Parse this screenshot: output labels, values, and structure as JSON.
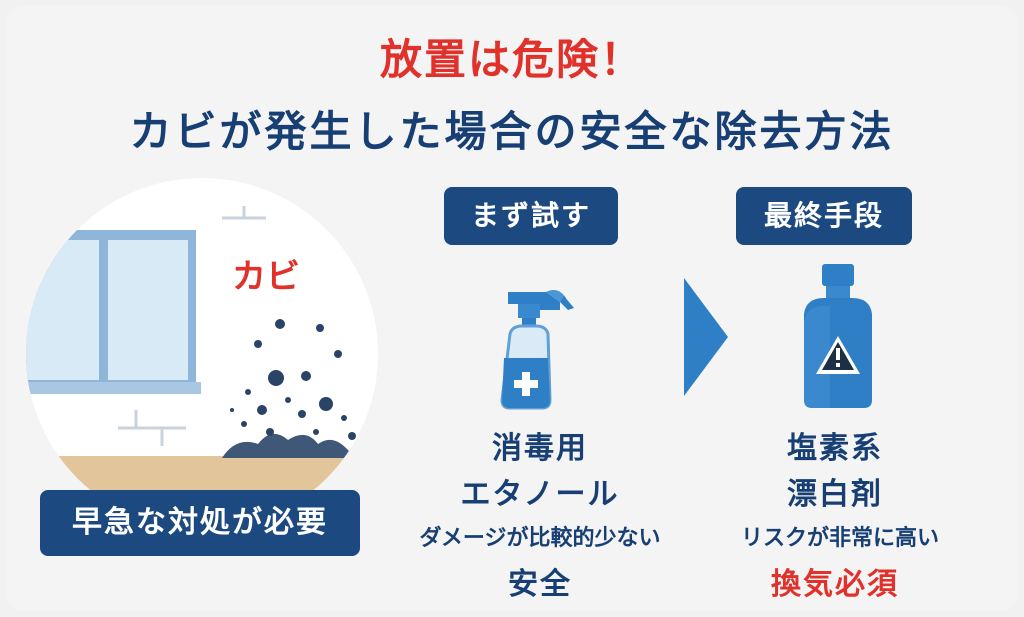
{
  "title": {
    "warning": "放置は危険！",
    "main": "カビが発生した場合の安全な除去方法"
  },
  "scene": {
    "mold_label": "カビ",
    "urgent_caption": "早急な対処が必要"
  },
  "step1": {
    "badge": "まず試す",
    "name_line1": "消毒用",
    "name_line2": "エタノール",
    "description": "ダメージが比較的少ない",
    "highlight": "安全",
    "icon": "spray-bottle-icon"
  },
  "step2": {
    "badge": "最終手段",
    "name_line1": "塩素系",
    "name_line2": "漂白剤",
    "description": "リスクが非常に高い",
    "highlight": "換気必須",
    "icon": "bleach-bottle-icon"
  },
  "colors": {
    "accent_red": "#e0312b",
    "navy": "#183f74",
    "badge_blue": "#1c4a80",
    "bottle_blue": "#2f7fc6"
  }
}
